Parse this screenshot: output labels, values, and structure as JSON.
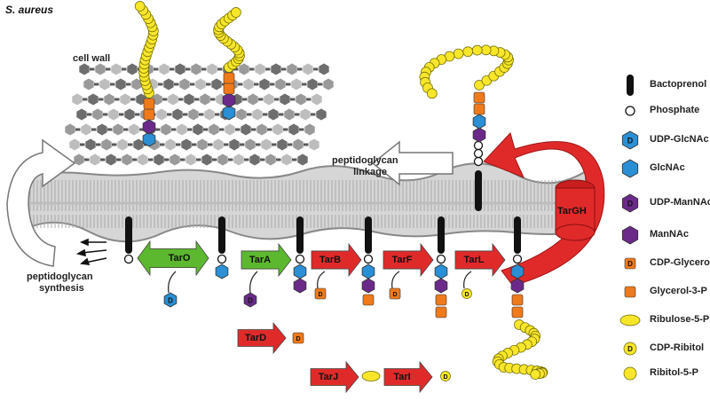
{
  "species": "S. aureus",
  "labels": {
    "cell_wall": "cell wall",
    "pg_linkage_1": "peptidoglycan",
    "pg_linkage_2": "linkage",
    "pg_synthesis_1": "peptidoglycan",
    "pg_synthesis_2": "synthesis"
  },
  "enzymes": {
    "tarO": "TarO",
    "tarA": "TarA",
    "tarB": "TarB",
    "tarF": "TarF",
    "tarL": "TarL",
    "tarD": "TarD",
    "tarJ": "TarJ",
    "tarI": "TarI",
    "tarGH": "TarGH"
  },
  "legend": [
    {
      "key": "bactoprenol",
      "label": "Bactoprenol"
    },
    {
      "key": "phosphate",
      "label": "Phosphate"
    },
    {
      "key": "udp_glcnac",
      "label": "UDP-GlcNAc"
    },
    {
      "key": "glcnac",
      "label": "GlcNAc"
    },
    {
      "key": "udp_mannac",
      "label": "UDP-ManNAc"
    },
    {
      "key": "mannac",
      "label": "ManNAc"
    },
    {
      "key": "cdp_glycerol",
      "label": "CDP-Glycerol"
    },
    {
      "key": "glycerol_3_p",
      "label": "Glycerol-3-P"
    },
    {
      "key": "ribulose_5_p",
      "label": "Ribulose-5-P"
    },
    {
      "key": "cdp_ribitol",
      "label": "CDP-Ribitol"
    },
    {
      "key": "ribitol_5_p",
      "label": "Ribitol-5-P"
    }
  ],
  "icon_letters": {
    "d": "D"
  },
  "colors": {
    "green": "#5cb82f",
    "red": "#e02a2a",
    "blue": "#2a8fd4",
    "purple": "#6b2a8a",
    "orange": "#ee7a1c",
    "yellow": "#f7e62a",
    "membrane": "#c9c9c9",
    "wall": "#8c8c8c"
  }
}
